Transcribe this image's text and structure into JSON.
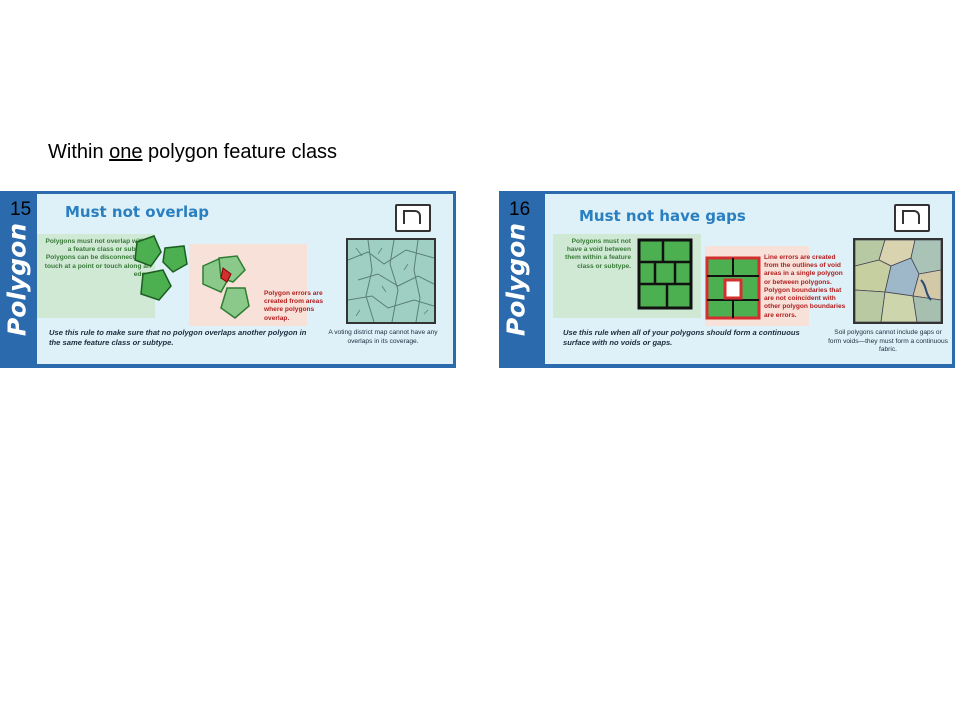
{
  "heading": {
    "prefix": "Within ",
    "underlined": "one",
    "suffix": " polygon feature class"
  },
  "cards": [
    {
      "number": "15",
      "side_label": "Polygon",
      "title": "Must not overlap",
      "green_note": "Polygons must not overlap within a feature class or subtype. Polygons can be disconnected or touch at a point or touch along an edge.",
      "red_note": "Polygon errors are created from areas where polygons overlap.",
      "rule_text": "Use this rule to make sure that no polygon overlaps another polygon in the same feature class or subtype.",
      "caption": "A voting district map cannot have any overlaps in its coverage."
    },
    {
      "number": "16",
      "side_label": "Polygon",
      "title": "Must not have gaps",
      "green_note": "Polygons must not have a void between them within a feature class or subtype.",
      "red_note": "Line errors are created from the outlines of void areas in a single polygon or between polygons. Polygon boundaries that are not coincident with other polygon boundaries are errors.",
      "rule_text": "Use this rule when all of your polygons should form a continuous surface with no voids or gaps.",
      "caption": "Soil polygons cannot include gaps or form voids—they must form a continuous fabric."
    }
  ],
  "colors": {
    "card_blue": "#2a6aad",
    "panel": "#dff1f8",
    "polygon_green": "#4caf50",
    "error_red": "#d32f2f",
    "title_blue": "#2a7fc0"
  }
}
